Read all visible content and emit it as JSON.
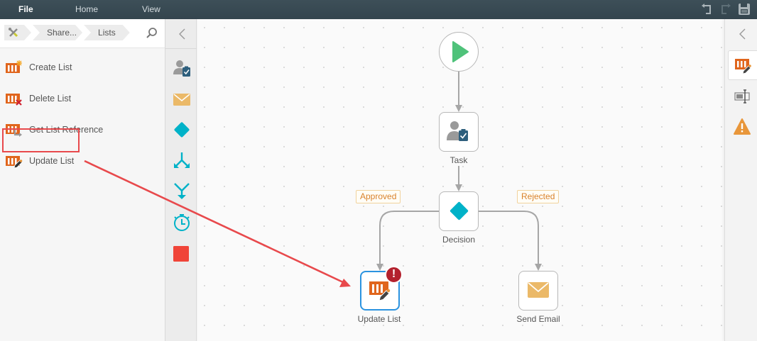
{
  "menu": {
    "file": "File",
    "home": "Home",
    "view": "View"
  },
  "toolbar": {
    "undo_icon": "undo-icon",
    "redo_icon": "redo-icon",
    "save_icon": "save-icon"
  },
  "breadcrumb": {
    "items": [
      "Share...",
      "Lists"
    ],
    "root_icon": "tools-icon"
  },
  "actions": [
    {
      "label": "Create List",
      "icon": "create-list-icon"
    },
    {
      "label": "Delete List",
      "icon": "delete-list-icon"
    },
    {
      "label": "Get List Reference",
      "icon": "get-list-reference-icon"
    },
    {
      "label": "Update List",
      "icon": "update-list-icon"
    }
  ],
  "palette": [
    "task",
    "send-email",
    "decision",
    "parallel-split",
    "merge",
    "timer",
    "stop"
  ],
  "workflow": {
    "nodes": {
      "task": "Task",
      "decision": "Decision",
      "update_list": "Update List",
      "send_email": "Send Email"
    },
    "branches": {
      "approved": "Approved",
      "rejected": "Rejected"
    },
    "error_badge": "!"
  },
  "colors": {
    "topbar": "#3a4b54",
    "list_orange": "#e0651c",
    "accent_teal": "#00b2c8",
    "start_green": "#4fc27a",
    "email_yellow": "#ebb968",
    "stop_red": "#f04438",
    "selected_blue": "#2b93e0",
    "error_red": "#b3212e",
    "annotation_red": "#e8494c",
    "warning_orange": "#e8963a"
  }
}
